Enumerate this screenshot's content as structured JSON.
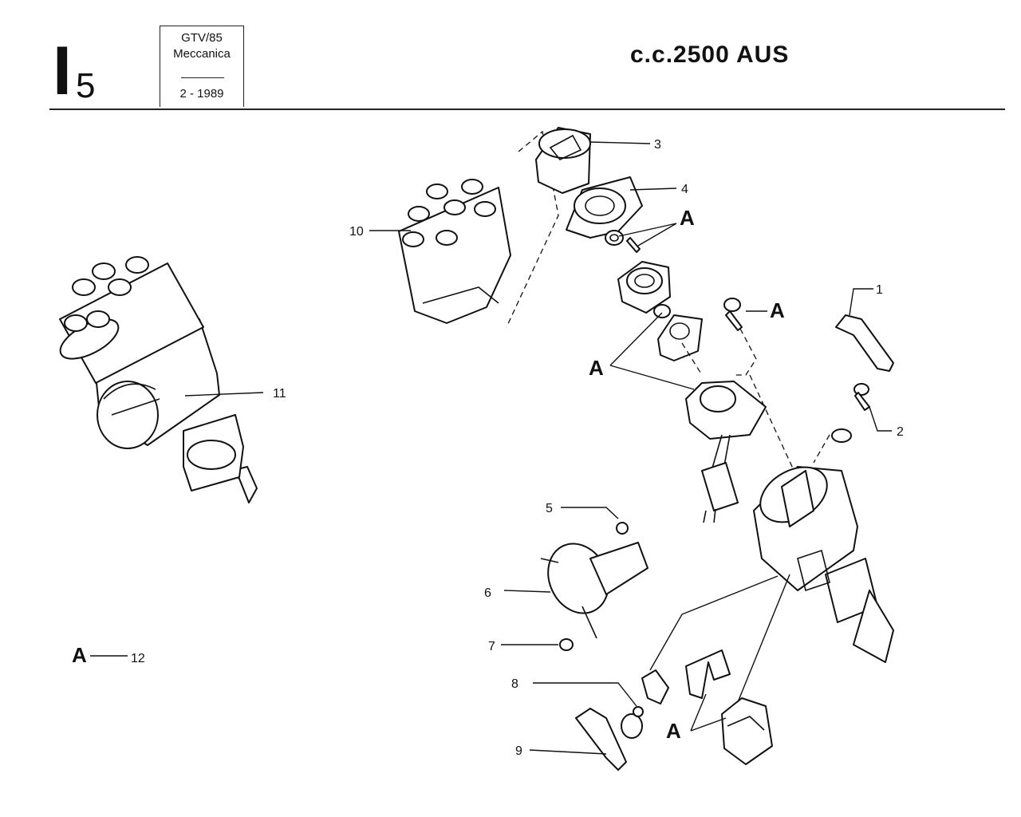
{
  "header": {
    "section_letter": "I",
    "section_number": "5",
    "model": "GTV/85",
    "group": "Meccanica",
    "date": "2 - 1989",
    "title": "c.c.2500 AUS"
  },
  "callouts": {
    "c1": "1",
    "c2": "2",
    "c3": "3",
    "c4": "4",
    "c5": "5",
    "c6": "6",
    "c7": "7",
    "c8": "8",
    "c9": "9",
    "c10": "10",
    "c11": "11",
    "c12": "12",
    "assembly": "A"
  }
}
